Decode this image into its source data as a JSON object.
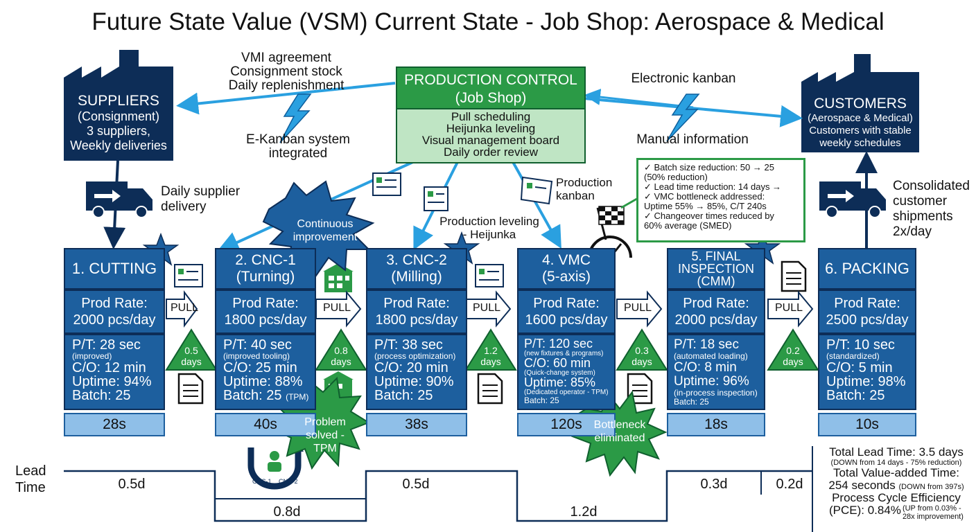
{
  "title": "Future State Value (VSM) Current State - Job Shop: Aerospace & Medical",
  "suppliers": {
    "name": "SUPPLIERS",
    "lines": [
      "(Consignment)",
      "3 suppliers,",
      "Weekly deliveries"
    ],
    "delivery": [
      "Daily supplier",
      "delivery"
    ]
  },
  "customers": {
    "name": "CUSTOMERS",
    "lines": [
      "(Aerospace & Medical)",
      "Customers with stable",
      "weekly schedules"
    ],
    "shipments": [
      "Consolidated",
      "customer",
      "shipments",
      "2x/day"
    ]
  },
  "supplier_info": {
    "top": [
      "VMI agreement",
      "Consignment stock",
      "Daily replenishment"
    ],
    "bottom": [
      "E-Kanban system",
      "integrated"
    ]
  },
  "customer_info": {
    "top": "Electronic kanban",
    "bottom": "Manual information"
  },
  "production_control": {
    "title": "PRODUCTION CONTROL",
    "subtitle": "(Job Shop)",
    "lines": [
      "Pull scheduling",
      "Heijunka leveling",
      "Visual management board",
      "Daily order review"
    ]
  },
  "labels": {
    "production_kanban": [
      "Production",
      "kanban"
    ],
    "production_leveling": [
      "Production leveling",
      "- Heijunka"
    ]
  },
  "bursts": {
    "continuous": [
      "Continuous",
      "improvement"
    ],
    "problem": [
      "Problem",
      "solved -",
      "TPM"
    ],
    "bottleneck": [
      "Bottleneck",
      "eliminated"
    ]
  },
  "checklist": [
    "✓ Batch size reduction: 50 → 25",
    "   (50% reduction)",
    "✓ Lead time reduction: 14 days →",
    "✓ VMC bottleneck addressed:",
    "   Uptime 55% → 85%, C/T 240s",
    "✓ Changeover times reduced by",
    "   60% average (SMED)"
  ],
  "pull_label": "PULL",
  "supermarket_loop": [
    "CNC-1",
    "CNC-2"
  ],
  "processes": [
    {
      "name": [
        "1. CUTTING"
      ],
      "rate_label": "Prod Rate:",
      "rate": "2000 pcs/day",
      "pt": "P/T: 28 sec",
      "pt_note": "(improved)",
      "co": "C/O: 12 min",
      "co_note": "",
      "uptime": "Uptime: 94%",
      "up_note": "",
      "batch": "Batch: 25",
      "time": "28s"
    },
    {
      "name": [
        "2. CNC-1",
        "(Turning)"
      ],
      "rate_label": "Prod Rate:",
      "rate": "1800 pcs/day",
      "pt": "P/T: 40 sec",
      "pt_note": "(improved tooling)",
      "co": "C/O: 25 min",
      "co_note": "",
      "uptime": "Uptime: 88%",
      "up_note": "",
      "batch": "Batch: 25",
      "batch_note": "(TPM)",
      "time": "40s"
    },
    {
      "name": [
        "3. CNC-2",
        "(Milling)"
      ],
      "rate_label": "Prod Rate:",
      "rate": "1800 pcs/day",
      "pt": "P/T: 38 sec",
      "pt_note": "(process optimization)",
      "co": "C/O: 20 min",
      "co_note": "",
      "uptime": "Uptime: 90%",
      "up_note": "",
      "batch": "Batch: 25",
      "time": "38s"
    },
    {
      "name": [
        "4. VMC",
        "(5-axis)"
      ],
      "rate_label": "Prod Rate:",
      "rate": "1600 pcs/day",
      "pt": "P/T: 120 sec",
      "pt_note": "(new fixtures & programs)",
      "co": "C/O: 60 min",
      "co_note": "(Quick-change system)",
      "uptime": "Uptime: 85%",
      "up_note": "(Dedicated operator - TPM)",
      "batch": "Batch: 25",
      "time": "120s"
    },
    {
      "name": [
        "5. FINAL",
        "INSPECTION",
        "(CMM)"
      ],
      "rate_label": "Prod Rate:",
      "rate": "2000 pcs/day",
      "pt": "P/T: 18 sec",
      "pt_note": "(automated loading)",
      "co": "C/O: 8 min",
      "co_note": "",
      "uptime": "Uptime: 96%",
      "up_note": "(in-process inspection)",
      "batch": "Batch: 25",
      "time": "18s"
    },
    {
      "name": [
        "6. PACKING"
      ],
      "rate_label": "Prod Rate:",
      "rate": "2500 pcs/day",
      "pt": "P/T: 10 sec",
      "pt_note": "(standardized)",
      "co": "C/O: 5 min",
      "co_note": "",
      "uptime": "Uptime: 98%",
      "up_note": "",
      "batch": "Batch: 25",
      "time": "10s"
    }
  ],
  "inventory": [
    {
      "line1": "0.5",
      "line2": "days"
    },
    {
      "line1": "0.8",
      "line2": "days"
    },
    {
      "line1": "1.2",
      "line2": "days"
    },
    {
      "line1": "0.3",
      "line2": "days"
    },
    {
      "line1": "0.2",
      "line2": "days"
    }
  ],
  "lead_time": {
    "label": [
      "Lead",
      "Time"
    ],
    "values": [
      "0.5d",
      "0.8d",
      "0.5d",
      "1.2d",
      "0.3d",
      "0.2d"
    ]
  },
  "summary": {
    "total_lead": "Total Lead Time: 3.5 days",
    "total_lead_note": "(DOWN from 14 days - 75% reduction)",
    "va_line1": "Total Value-added Time:",
    "va_line2": "254 seconds",
    "va_note": "(DOWN from 397s)",
    "pce_line1": "Process Cycle Efficiency",
    "pce_line2": "(PCE): 0.84%",
    "pce_note1": "(UP from 0.03% -",
    "pce_note2": "28x improvement)"
  },
  "colors": {
    "navy": "#0d2d57",
    "process_blue": "#1d5f9e",
    "time_blue": "#8fbfe8",
    "arrow_blue": "#2aa0e0",
    "green": "#2b9a46",
    "light_green": "#bfe5c4"
  }
}
